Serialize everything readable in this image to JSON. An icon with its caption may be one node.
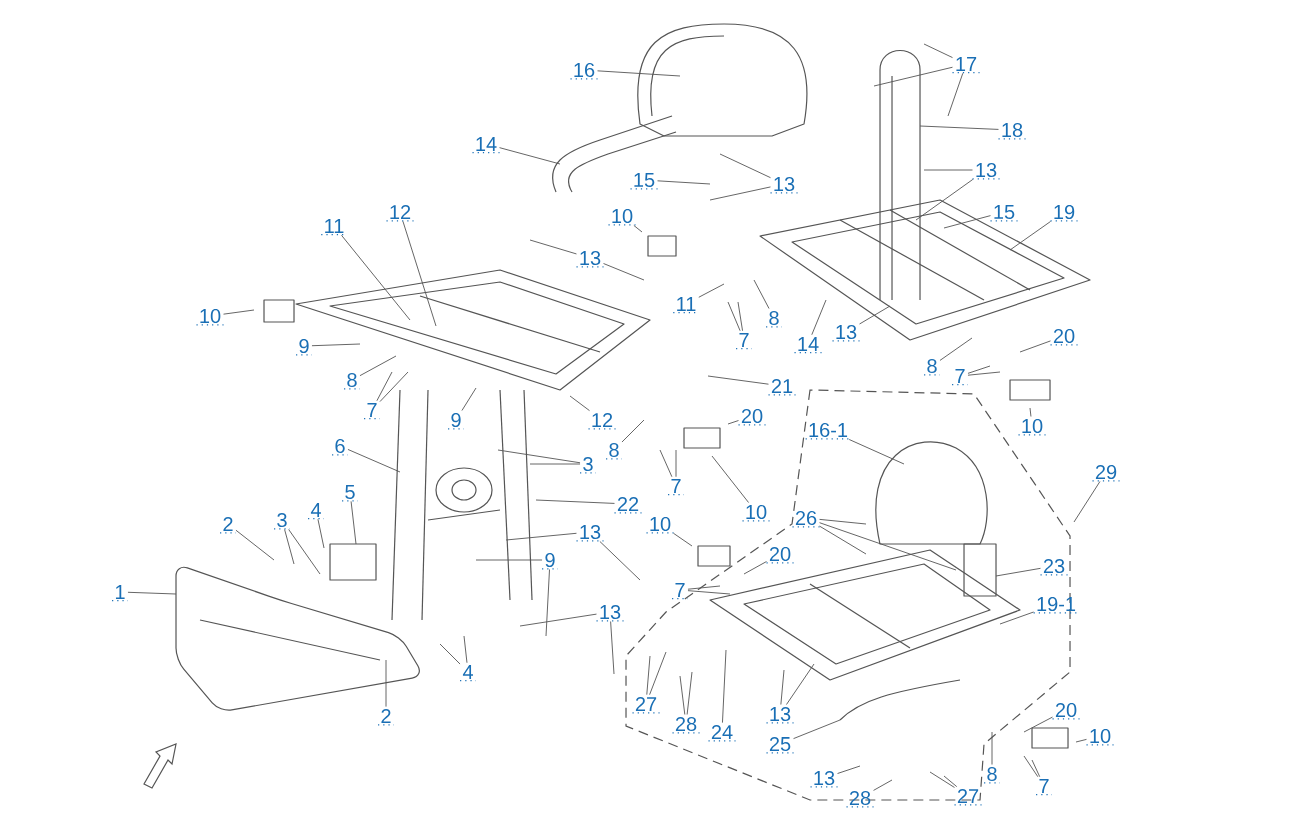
{
  "diagram": {
    "nodes": [
      {
        "text": [
          "16"
        ]
      },
      {
        "text": [
          "17"
        ]
      },
      {
        "text": [
          "18"
        ]
      },
      {
        "text": [
          "14"
        ]
      },
      {
        "text": [
          "15"
        ]
      },
      {
        "text": [
          "13"
        ]
      },
      {
        "text": [
          "13"
        ]
      },
      {
        "text": [
          "15"
        ]
      },
      {
        "text": [
          "19"
        ]
      },
      {
        "text": [
          "12"
        ]
      },
      {
        "text": [
          "10"
        ]
      },
      {
        "text": [
          "11"
        ]
      },
      {
        "text": [
          "13"
        ]
      },
      {
        "text": [
          "11"
        ]
      },
      {
        "text": [
          "10"
        ]
      },
      {
        "text": [
          "8"
        ]
      },
      {
        "text": [
          "13"
        ]
      },
      {
        "text": [
          "20"
        ]
      },
      {
        "text": [
          "7"
        ]
      },
      {
        "text": [
          "14"
        ]
      },
      {
        "text": [
          "9"
        ]
      },
      {
        "text": [
          "8"
        ]
      },
      {
        "text": [
          "8"
        ]
      },
      {
        "text": [
          "7"
        ]
      },
      {
        "text": [
          "21"
        ]
      },
      {
        "text": [
          "7"
        ]
      },
      {
        "text": [
          "9"
        ]
      },
      {
        "text": [
          "12"
        ]
      },
      {
        "text": [
          "20"
        ]
      },
      {
        "text": [
          "10"
        ]
      },
      {
        "text": [
          "16-1"
        ]
      },
      {
        "text": [
          "6"
        ]
      },
      {
        "text": [
          "8"
        ]
      },
      {
        "text": [
          "3"
        ]
      },
      {
        "text": [
          "29"
        ]
      },
      {
        "text": [
          "7"
        ]
      },
      {
        "text": [
          "5"
        ]
      },
      {
        "text": [
          "22"
        ]
      },
      {
        "text": [
          "4"
        ]
      },
      {
        "text": [
          "10"
        ]
      },
      {
        "text": [
          "10"
        ]
      },
      {
        "text": [
          "26"
        ]
      },
      {
        "text": [
          "3"
        ]
      },
      {
        "text": [
          "2"
        ]
      },
      {
        "text": [
          "13"
        ]
      },
      {
        "text": [
          "20"
        ]
      },
      {
        "text": [
          "9"
        ]
      },
      {
        "text": [
          "23"
        ]
      },
      {
        "text": [
          "7"
        ]
      },
      {
        "text": [
          "1"
        ]
      },
      {
        "text": [
          "19-1"
        ]
      },
      {
        "text": [
          "13"
        ]
      },
      {
        "text": [
          "4"
        ]
      },
      {
        "text": [
          "27"
        ]
      },
      {
        "text": [
          "20"
        ]
      },
      {
        "text": [
          "13"
        ]
      },
      {
        "text": [
          "2"
        ]
      },
      {
        "text": [
          "28"
        ]
      },
      {
        "text": [
          "24"
        ]
      },
      {
        "text": [
          "10"
        ]
      },
      {
        "text": [
          "25"
        ]
      },
      {
        "text": [
          "8"
        ]
      },
      {
        "text": [
          "13"
        ]
      },
      {
        "text": [
          "7"
        ]
      },
      {
        "text": [
          "27"
        ]
      },
      {
        "text": [
          "28"
        ]
      }
    ],
    "edges": [
      {
        "from": 0,
        "to": null,
        "arrow": "none"
      },
      {
        "from": 1,
        "to": null,
        "arrow": "none"
      },
      {
        "from": 1,
        "to": null,
        "arrow": "none"
      },
      {
        "from": 1,
        "to": null,
        "arrow": "none"
      },
      {
        "from": 2,
        "to": null,
        "arrow": "none"
      },
      {
        "from": 3,
        "to": null,
        "arrow": "none"
      },
      {
        "from": 4,
        "to": null,
        "arrow": "none"
      },
      {
        "from": 5,
        "to": null,
        "arrow": "none"
      },
      {
        "from": 5,
        "to": null,
        "arrow": "none"
      },
      {
        "from": 6,
        "to": null,
        "arrow": "none"
      },
      {
        "from": 6,
        "to": null,
        "arrow": "none"
      },
      {
        "from": 7,
        "to": null,
        "arrow": "none"
      },
      {
        "from": 8,
        "to": null,
        "arrow": "none"
      },
      {
        "from": 9,
        "to": null,
        "arrow": "none"
      },
      {
        "from": 10,
        "to": null,
        "arrow": "none"
      },
      {
        "from": 11,
        "to": null,
        "arrow": "none"
      },
      {
        "from": 12,
        "to": null,
        "arrow": "none"
      },
      {
        "from": 12,
        "to": null,
        "arrow": "none"
      },
      {
        "from": 13,
        "to": null,
        "arrow": "none"
      },
      {
        "from": 14,
        "to": null,
        "arrow": "none"
      },
      {
        "from": 15,
        "to": null,
        "arrow": "none"
      },
      {
        "from": 16,
        "to": null,
        "arrow": "none"
      },
      {
        "from": 17,
        "to": null,
        "arrow": "none"
      },
      {
        "from": 18,
        "to": null,
        "arrow": "none"
      },
      {
        "from": 18,
        "to": null,
        "arrow": "none"
      },
      {
        "from": 19,
        "to": null,
        "arrow": "none"
      },
      {
        "from": 20,
        "to": null,
        "arrow": "none"
      },
      {
        "from": 21,
        "to": null,
        "arrow": "none"
      },
      {
        "from": 22,
        "to": null,
        "arrow": "none"
      },
      {
        "from": 23,
        "to": null,
        "arrow": "none"
      },
      {
        "from": 23,
        "to": null,
        "arrow": "none"
      },
      {
        "from": 24,
        "to": null,
        "arrow": "none"
      },
      {
        "from": 25,
        "to": null,
        "arrow": "none"
      },
      {
        "from": 25,
        "to": null,
        "arrow": "none"
      },
      {
        "from": 26,
        "to": null,
        "arrow": "none"
      },
      {
        "from": 27,
        "to": null,
        "arrow": "none"
      },
      {
        "from": 28,
        "to": null,
        "arrow": "none"
      },
      {
        "from": 29,
        "to": null,
        "arrow": "none"
      },
      {
        "from": 30,
        "to": null,
        "arrow": "none"
      },
      {
        "from": 31,
        "to": null,
        "arrow": "none"
      },
      {
        "from": 32,
        "to": null,
        "arrow": "none"
      },
      {
        "from": 33,
        "to": null,
        "arrow": "none"
      },
      {
        "from": 33,
        "to": null,
        "arrow": "none"
      },
      {
        "from": 34,
        "to": null,
        "arrow": "none"
      },
      {
        "from": 35,
        "to": null,
        "arrow": "none"
      },
      {
        "from": 35,
        "to": null,
        "arrow": "none"
      },
      {
        "from": 36,
        "to": null,
        "arrow": "none"
      },
      {
        "from": 37,
        "to": null,
        "arrow": "none"
      },
      {
        "from": 38,
        "to": null,
        "arrow": "none"
      },
      {
        "from": 39,
        "to": null,
        "arrow": "none"
      },
      {
        "from": 40,
        "to": null,
        "arrow": "none"
      },
      {
        "from": 41,
        "to": null,
        "arrow": "none"
      },
      {
        "from": 41,
        "to": null,
        "arrow": "none"
      },
      {
        "from": 41,
        "to": null,
        "arrow": "none"
      },
      {
        "from": 42,
        "to": null,
        "arrow": "none"
      },
      {
        "from": 42,
        "to": null,
        "arrow": "none"
      },
      {
        "from": 43,
        "to": null,
        "arrow": "none"
      },
      {
        "from": 44,
        "to": null,
        "arrow": "none"
      },
      {
        "from": 44,
        "to": null,
        "arrow": "none"
      },
      {
        "from": 45,
        "to": null,
        "arrow": "none"
      },
      {
        "from": 46,
        "to": null,
        "arrow": "none"
      },
      {
        "from": 46,
        "to": null,
        "arrow": "none"
      },
      {
        "from": 47,
        "to": null,
        "arrow": "none"
      },
      {
        "from": 48,
        "to": null,
        "arrow": "none"
      },
      {
        "from": 48,
        "to": null,
        "arrow": "none"
      },
      {
        "from": 49,
        "to": null,
        "arrow": "none"
      },
      {
        "from": 50,
        "to": null,
        "arrow": "none"
      },
      {
        "from": 51,
        "to": null,
        "arrow": "none"
      },
      {
        "from": 51,
        "to": null,
        "arrow": "none"
      },
      {
        "from": 52,
        "to": null,
        "arrow": "none"
      },
      {
        "from": 52,
        "to": null,
        "arrow": "none"
      },
      {
        "from": 53,
        "to": null,
        "arrow": "none"
      },
      {
        "from": 53,
        "to": null,
        "arrow": "none"
      },
      {
        "from": 54,
        "to": null,
        "arrow": "none"
      },
      {
        "from": 55,
        "to": null,
        "arrow": "none"
      },
      {
        "from": 55,
        "to": null,
        "arrow": "none"
      },
      {
        "from": 56,
        "to": null,
        "arrow": "none"
      },
      {
        "from": 57,
        "to": null,
        "arrow": "none"
      },
      {
        "from": 57,
        "to": null,
        "arrow": "none"
      },
      {
        "from": 58,
        "to": null,
        "arrow": "none"
      },
      {
        "from": 59,
        "to": null,
        "arrow": "none"
      },
      {
        "from": 60,
        "to": null,
        "arrow": "none"
      },
      {
        "from": 61,
        "to": null,
        "arrow": "none"
      },
      {
        "from": 62,
        "to": null,
        "arrow": "none"
      },
      {
        "from": 63,
        "to": null,
        "arrow": "none"
      },
      {
        "from": 63,
        "to": null,
        "arrow": "none"
      },
      {
        "from": 64,
        "to": null,
        "arrow": "none"
      },
      {
        "from": 64,
        "to": null,
        "arrow": "none"
      },
      {
        "from": 65,
        "to": null,
        "arrow": "none"
      }
    ]
  }
}
